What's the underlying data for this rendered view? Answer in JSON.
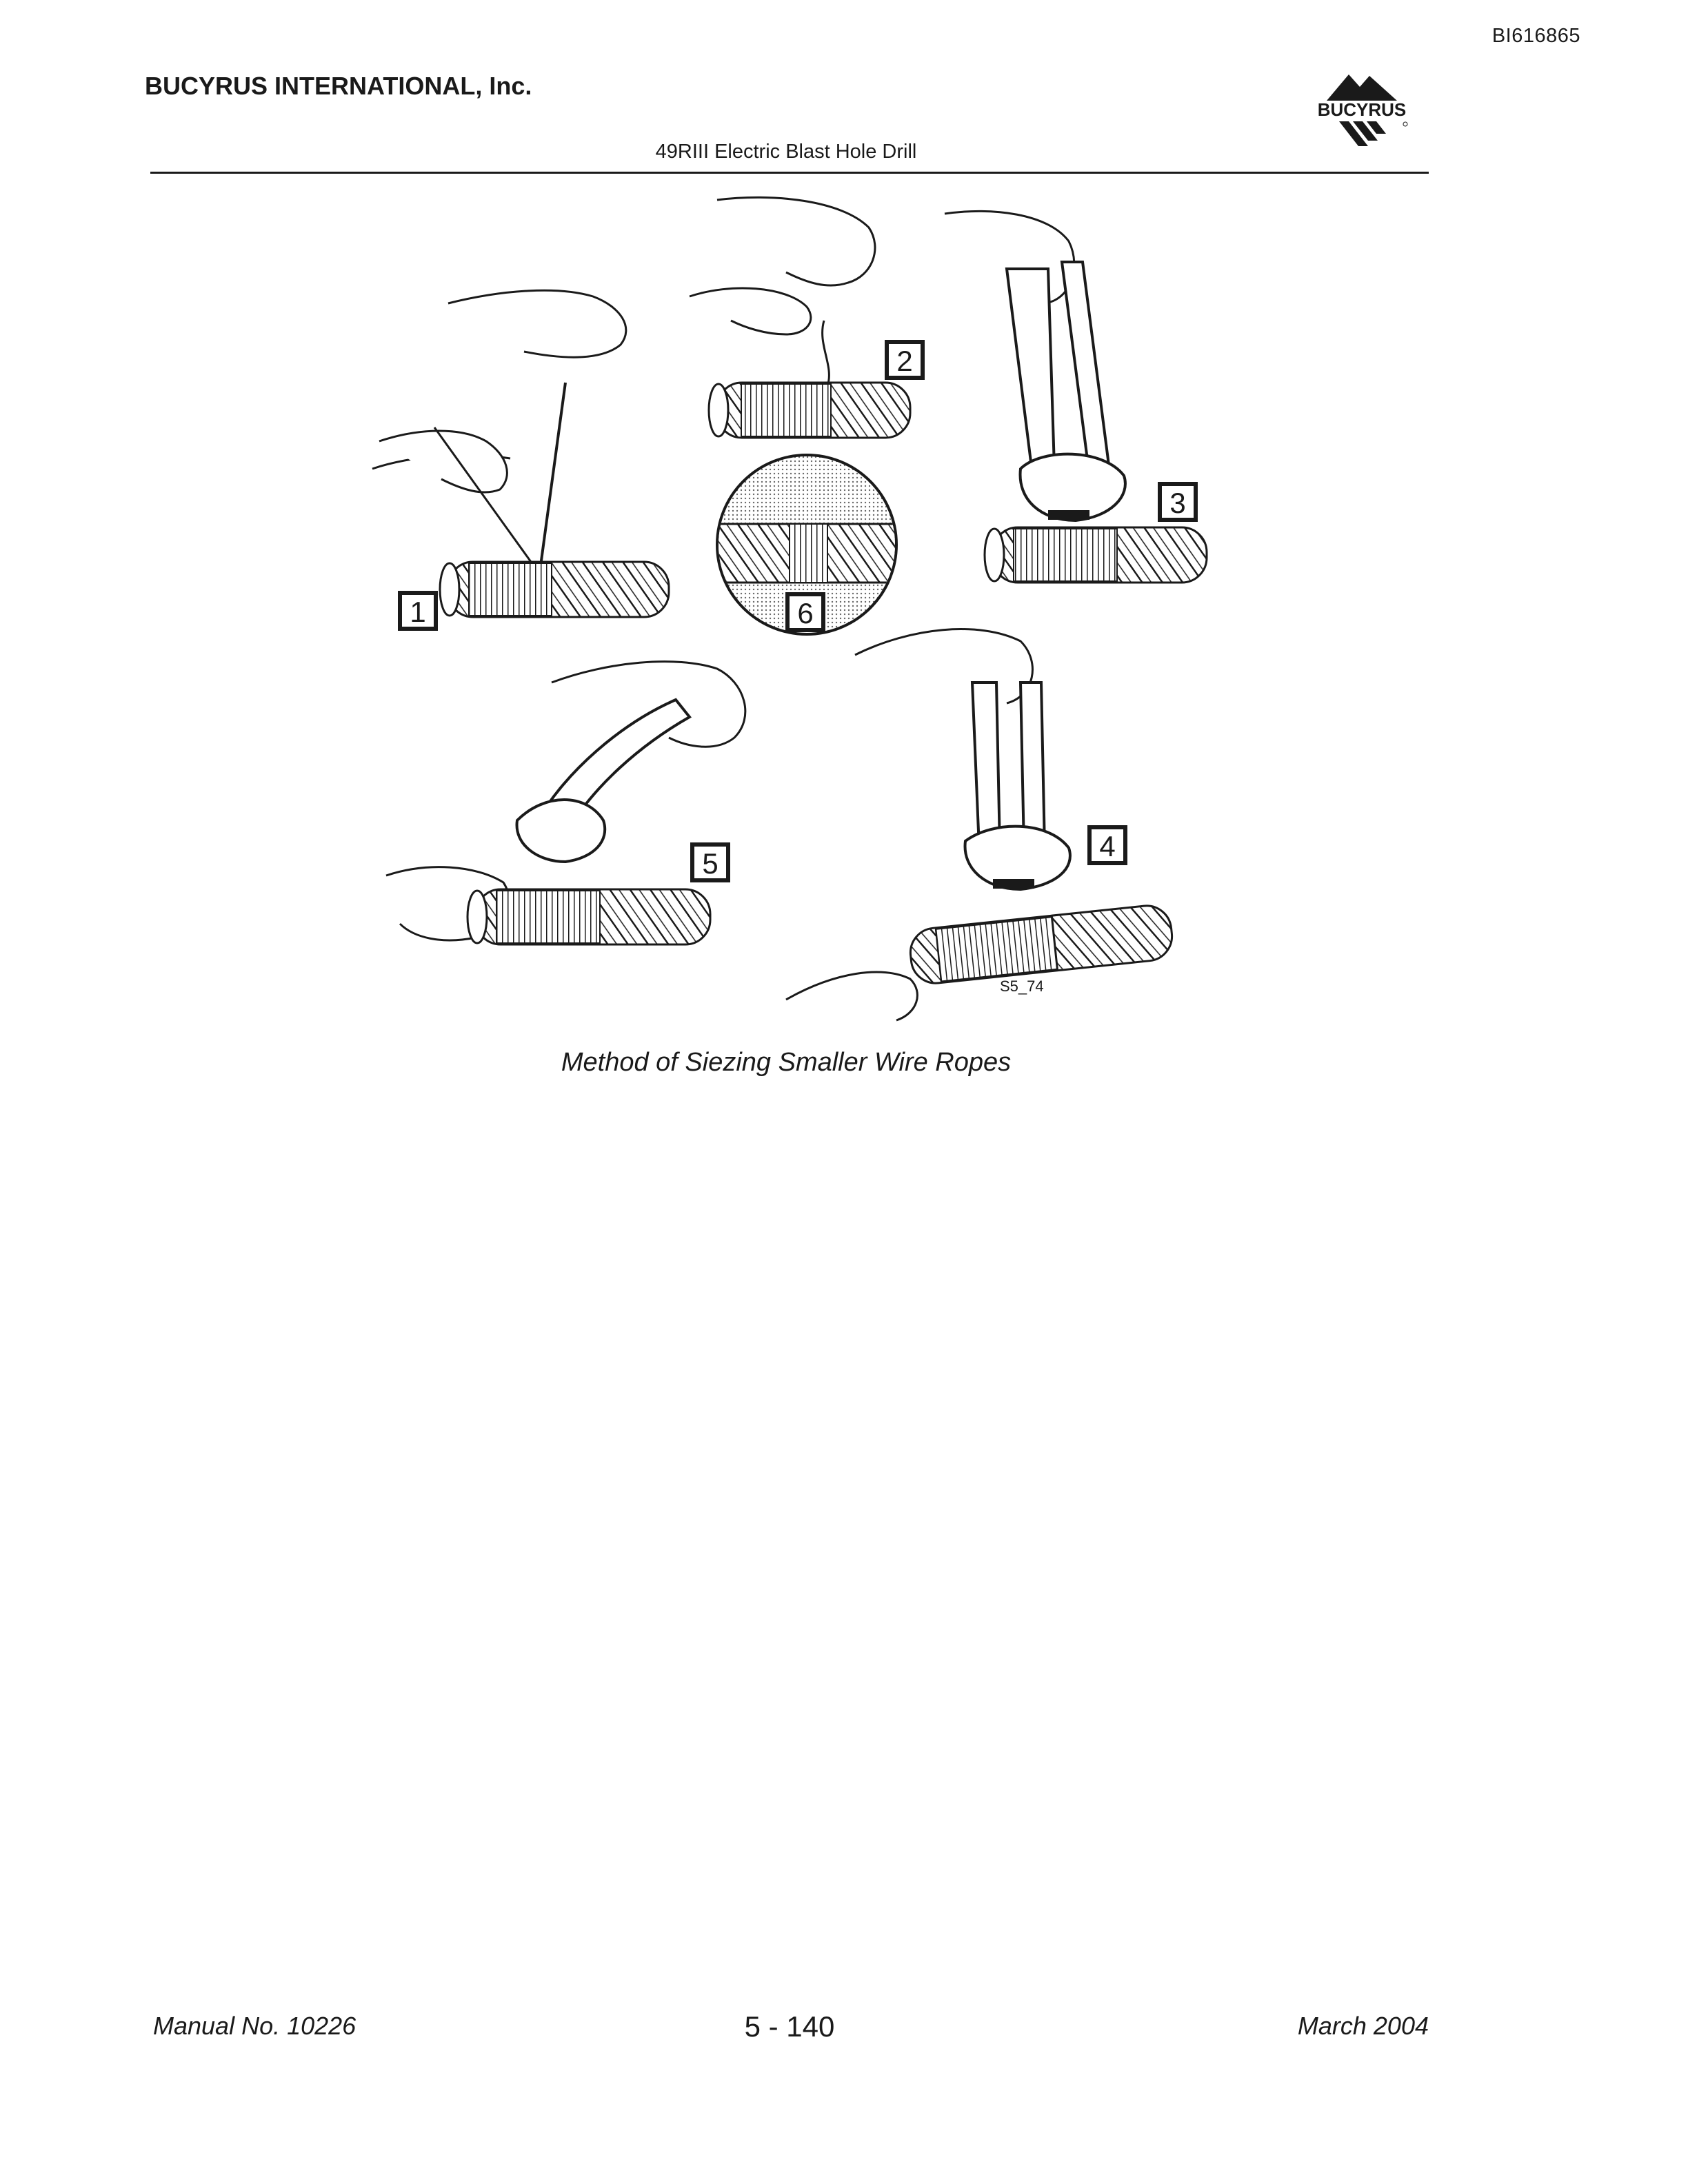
{
  "header": {
    "doc_id": "BI616865",
    "company": "BUCYRUS INTERNATIONAL, Inc.",
    "subtitle": "49RIII Electric Blast Hole Drill",
    "logo_text": "BUCYRUS"
  },
  "figure": {
    "step_labels": [
      "1",
      "2",
      "3",
      "4",
      "5",
      "6"
    ],
    "figure_code": "S5_74",
    "caption": "Method of Siezing Smaller Wire Ropes"
  },
  "footer": {
    "manual": "Manual No. 10226",
    "page": "5 - 140",
    "date": "March 2004"
  }
}
